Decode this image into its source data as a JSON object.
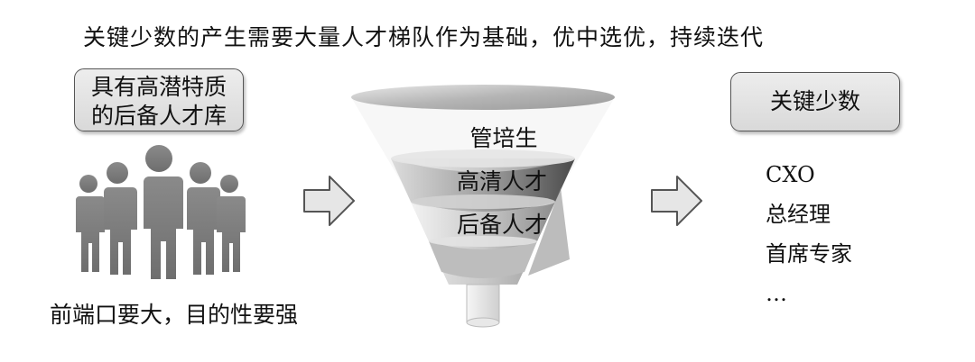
{
  "headline": "关键少数的产生需要大量人才梯队作为基础，优中选优，持续迭代",
  "left_box": {
    "line1": "具有高潜特质",
    "line2": "的后备人才库"
  },
  "left_caption": "前端口要大，目的性要强",
  "funnel": {
    "levels": [
      "管培生",
      "高清人才",
      "后备人才"
    ]
  },
  "right_box": {
    "label": "关键少数"
  },
  "result_list": [
    "CXO",
    "总经理",
    "首席专家",
    "…"
  ],
  "icons": [
    "people-group-icon",
    "right-arrow-icon",
    "funnel-icon"
  ]
}
